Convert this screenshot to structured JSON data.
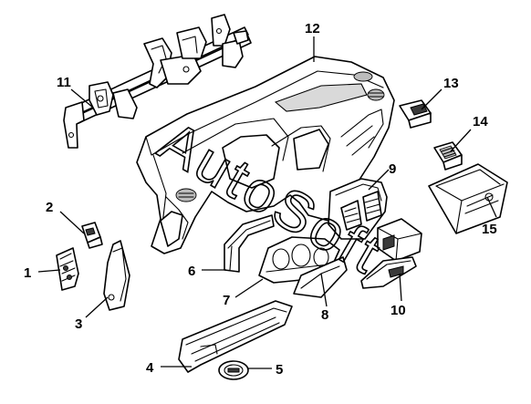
{
  "callouts": [
    {
      "id": "1",
      "label": "1"
    },
    {
      "id": "2",
      "label": "2"
    },
    {
      "id": "3",
      "label": "3"
    },
    {
      "id": "4",
      "label": "4"
    },
    {
      "id": "5",
      "label": "5"
    },
    {
      "id": "6",
      "label": "6"
    },
    {
      "id": "7",
      "label": "7"
    },
    {
      "id": "8",
      "label": "8"
    },
    {
      "id": "9",
      "label": "9"
    },
    {
      "id": "10",
      "label": "10"
    },
    {
      "id": "11",
      "label": "11"
    },
    {
      "id": "12",
      "label": "12"
    },
    {
      "id": "13",
      "label": "13"
    },
    {
      "id": "14",
      "label": "14"
    },
    {
      "id": "15",
      "label": "15"
    }
  ],
  "watermark": "AutoSoft",
  "colors": {
    "line": "#000000",
    "background": "#ffffff"
  }
}
